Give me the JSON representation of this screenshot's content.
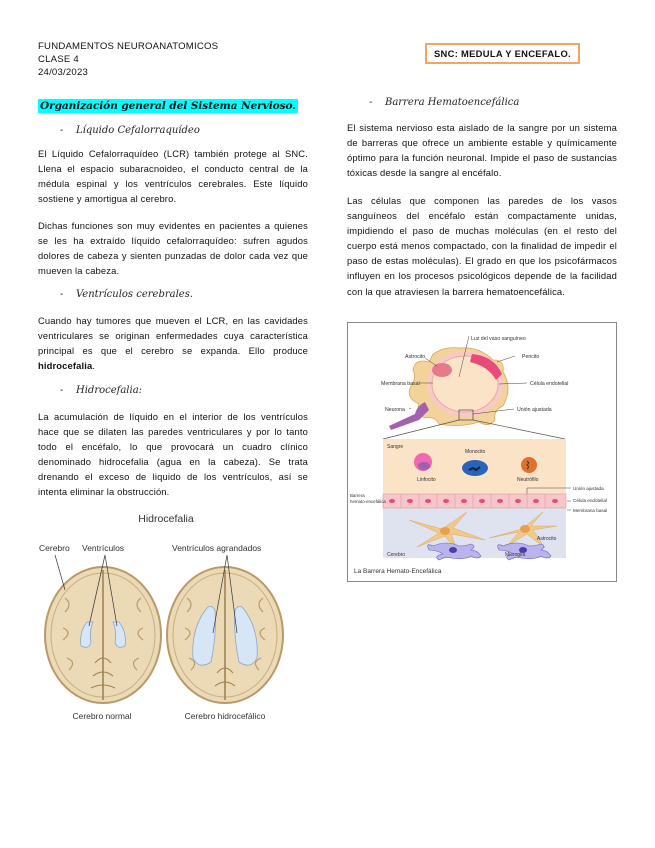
{
  "header": {
    "course": "FUNDAMENTOS NEUROANATOMICOS",
    "class": "CLASE 4",
    "date": "24/03/2023",
    "topic_box": "SNC: MEDULA Y ENCEFALO."
  },
  "left_column": {
    "main_title": "Organización general del Sistema Nervioso.",
    "sections": [
      {
        "heading": "Líquido Cefalorraquídeo",
        "paragraphs": [
          "El Líquido Cefalorraquídeo (LCR) también protege al SNC. Llena el espacio subaracnoideo, el conducto central de la médula espinal y los ventrículos cerebrales. Este líquido sostiene y amortigua al cerebro.",
          "Dichas funciones son muy evidentes en pacientes a quienes se les ha extraído líquido cefalorraquídeo: sufren agudos dolores de cabeza y sienten punzadas de dolor cada vez que mueven la cabeza."
        ]
      },
      {
        "heading": "Ventrículos cerebrales.",
        "paragraph_pre": "Cuando hay tumores que mueven el LCR, en las cavidades ventriculares se originan enfermedades cuya característica principal es que el cerebro se expanda. Ello produce ",
        "paragraph_bold": "hidrocefalia",
        "paragraph_post": "."
      },
      {
        "heading": "Hidrocefalia:",
        "paragraphs": [
          "La acumulación de líquido en el interior de los ventrículos hace que se dilaten las paredes ventriculares y por lo tanto todo el encéfalo, lo que provocará un cuadro clínico denominado hidrocefalia (agua en la cabeza). Se trata drenando el exceso de liquido de los ventrículos, así se intenta eliminar la obstrucción."
        ]
      }
    ],
    "figure_hydrocephalus": {
      "title": "Hidrocefalia",
      "labels": {
        "brain": "Cerebro",
        "ventricles": "Ventrículos",
        "enlarged_ventricles": "Ventrículos agrandados",
        "normal_caption": "Cerebro normal",
        "hydro_caption": "Cerebro hidrocefálico"
      }
    }
  },
  "right_column": {
    "section_heading": "Barrera Hematoencefálica",
    "paragraphs": [
      "El sistema nervioso esta aislado de la sangre por un sistema de barreras que ofrece un ambiente estable y químicamente óptimo para la función neuronal. Impide el paso de sustancias tóxicas desde la sangre al encéfalo.",
      "Las células que componen las paredes de los vasos sanguíneos del encéfalo están compactamente unidas, impidiendo el paso de muchas moléculas (en el resto del cuerpo está menos compactado, con la finalidad de impedir el paso de estas moléculas). El grado en que los psicofármacos influyen en los procesos psicológicos depende de la facilidad con la que atraviesen la barrera hematoencefálica."
    ],
    "figure_bbb": {
      "caption": "La Barrera Hemato-Encefálica",
      "top_labels": {
        "lumen": "Luz del vaso sanguíneo",
        "astrocyte": "Astrocito",
        "pericyte": "Pericito",
        "basal_membrane": "Membrana basal",
        "endothelial_cell": "Célula endotelial",
        "neuron": "Neurona",
        "tight_junction": "Unión ajustada"
      },
      "bottom_labels": {
        "blood": "Sangre",
        "lymphocyte": "Linfocito",
        "monocyte": "Monocito",
        "neutrophil": "Neutrófilo",
        "barrier_line1": "Barrera",
        "barrier_line2": "hemato-encefálica",
        "tight_junction": "Unión ajustada",
        "endothelial_cell": "Célula endotelial",
        "basal_membrane": "Membrana basal",
        "astrocyte": "Astrocito",
        "brain": "Cerebro",
        "microglia": "Microglía"
      }
    }
  },
  "colors": {
    "title_highlight": "#00ffff",
    "topic_box_border": "#f4a460",
    "brain_tissue": "#ecd9b5",
    "ventricle": "#d6e6f7",
    "blood_zone": "#fbe3c8",
    "brain_zone": "#dfe3ef",
    "endothelium": "#f6c6c8"
  }
}
